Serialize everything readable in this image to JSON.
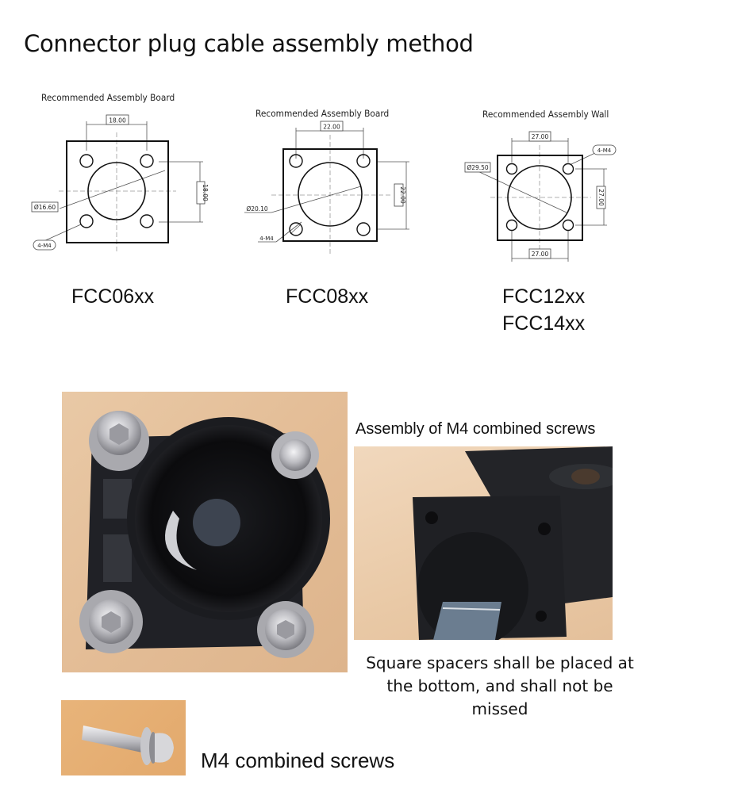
{
  "page": {
    "title": "Connector plug cable assembly method"
  },
  "drawings": [
    {
      "heading": "Recommended Assembly Board",
      "models": [
        "FCC06xx"
      ],
      "hole_spacing_horizontal": "18.00",
      "hole_spacing_vertical": "18.00",
      "center_hole_diameter": "Ø16.60",
      "mounting_holes": "4-M4"
    },
    {
      "heading": "Recommended Assembly Board",
      "models": [
        "FCC08xx"
      ],
      "hole_spacing_horizontal": "22.00",
      "hole_spacing_vertical": "22.00",
      "center_hole_diameter": "Ø20.10",
      "mounting_holes": "4-M4"
    },
    {
      "heading": "Recommended Assembly Wall",
      "models": [
        "FCC12xx",
        "FCC14xx"
      ],
      "hole_spacing_horizontal": "27.00",
      "hole_spacing_vertical": "27.00",
      "hole_spacing_bottom": "27.00",
      "center_hole_diameter": "Ø29.50",
      "mounting_holes": "4-M4"
    }
  ],
  "photos": {
    "connector_top_view": {
      "alt": "connector-with-four-screws-photo"
    },
    "connector_side_view": {
      "caption": "Assembly of M4 combined screws",
      "note": "Square spacers shall be placed at the bottom, and shall not be missed"
    },
    "screw": {
      "caption": "M4 combined screws"
    }
  },
  "colors": {
    "background": "#ffffff",
    "photo_bg": "#e8c4a0",
    "connector_black": "#121214",
    "metal": "#c9c9cc"
  }
}
